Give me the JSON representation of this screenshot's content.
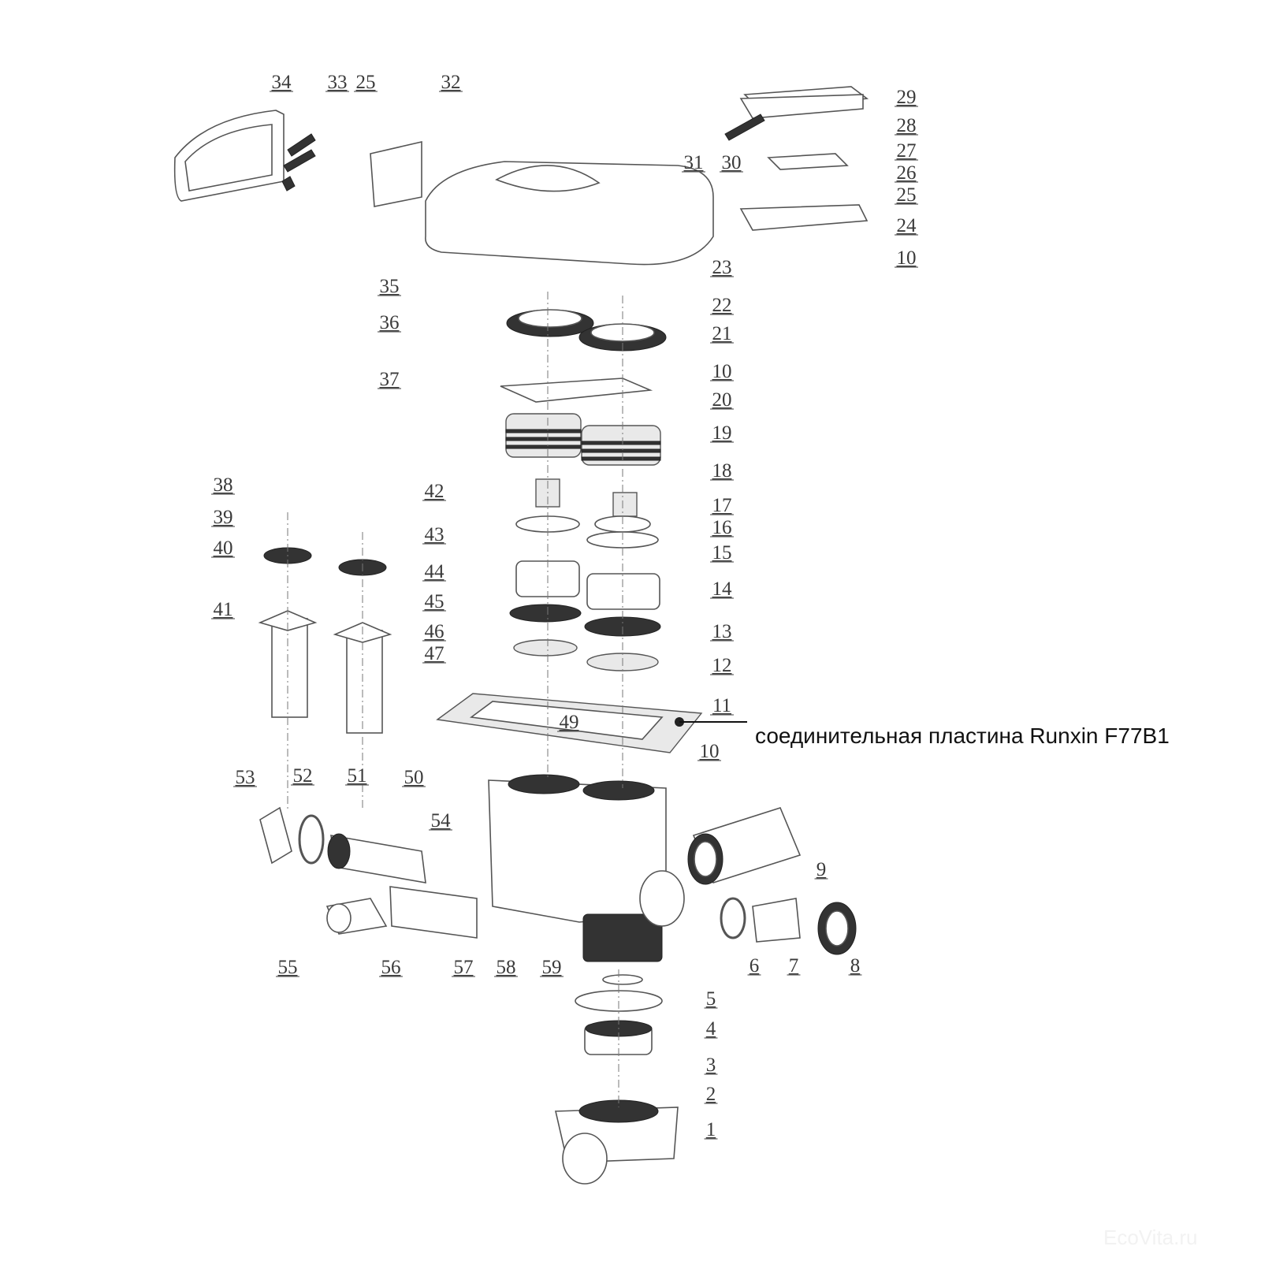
{
  "labels": [
    "34",
    "33",
    "25",
    "32",
    "29",
    "28",
    "27",
    "26",
    "25",
    "24",
    "10",
    "31",
    "30",
    "23",
    "35",
    "36",
    "37",
    "22",
    "21",
    "10",
    "20",
    "19",
    "18",
    "17",
    "16",
    "15",
    "14",
    "13",
    "12",
    "11",
    "42",
    "43",
    "44",
    "45",
    "46",
    "47",
    "38",
    "39",
    "40",
    "41",
    "49",
    "10",
    "53",
    "52",
    "51",
    "50",
    "54",
    "9",
    "55",
    "56",
    "57",
    "58",
    "59",
    "6",
    "7",
    "8",
    "5",
    "4",
    "3",
    "2",
    "1"
  ],
  "annotation": "соединительная пластина Runxin F77B1",
  "watermark": "EcoVita.ru"
}
